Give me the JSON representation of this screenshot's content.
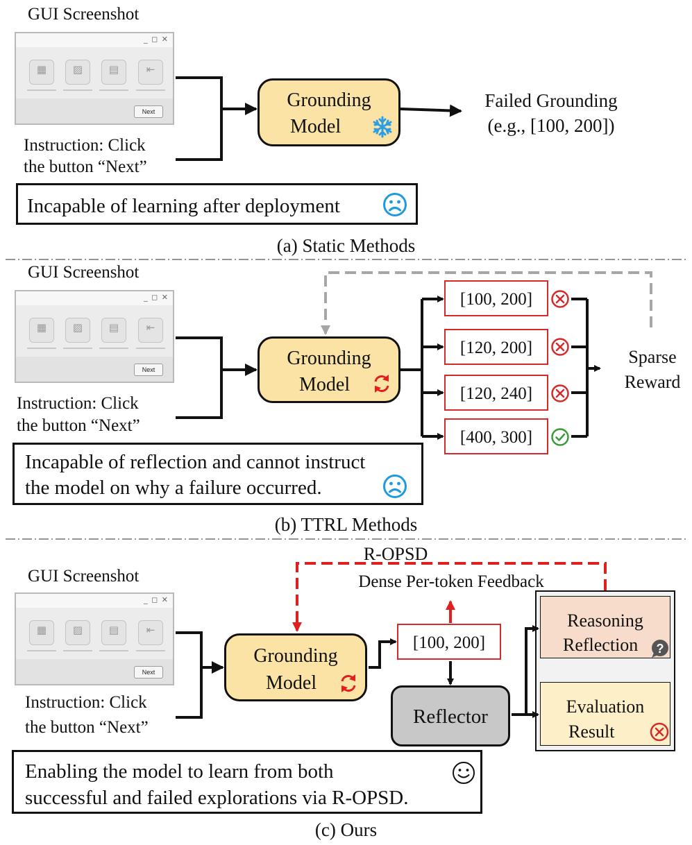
{
  "common": {
    "gui_label": "GUI Screenshot",
    "next_button": "Next",
    "instruction_line1": "Instruction: Click",
    "instruction_line2": "the button “Next”",
    "gm_line1": "Grounding",
    "gm_line2": "Model",
    "window_controls": "_ ◻ ✕",
    "window_icons": [
      "grid-icon",
      "image-icon",
      "document-icon",
      "back-arrow-icon"
    ]
  },
  "panel_a": {
    "output_line1": "Failed Grounding",
    "output_line2": "(e.g., [100, 200])",
    "note": "Incapable of learning after deployment",
    "caption": "(a) Static Methods",
    "model_icon": "snowflake-icon"
  },
  "panel_b": {
    "candidates": [
      {
        "label": "[100, 200]",
        "status": "wrong"
      },
      {
        "label": "[120, 200]",
        "status": "wrong"
      },
      {
        "label": "[120, 240]",
        "status": "wrong"
      },
      {
        "label": "[400, 300]",
        "status": "correct"
      }
    ],
    "reward_line1": "Sparse",
    "reward_line2": "Reward",
    "note_line1": "Incapable of reflection and cannot instruct",
    "note_line2": "the model on why a failure occurred.",
    "caption": "(b) TTRL Methods",
    "model_icon": "refresh-icon"
  },
  "panel_c": {
    "ropsd_label": "R-OPSD",
    "feedback_label": "Dense Per-token Feedback",
    "prediction": "[100, 200]",
    "reflector": "Reflector",
    "reasoning_line1": "Reasoning",
    "reasoning_line2": "Reflection",
    "evaluation_line1": "Evaluation",
    "evaluation_line2": "Result",
    "note_line1": "Enabling the model to learn from both",
    "note_line2": "successful and failed explorations via R-OPSD.",
    "caption": "(c) Ours",
    "model_icon": "refresh-icon"
  },
  "colors": {
    "model_fill": "#fbe3a6",
    "candidate_border": "#d62a2a",
    "wrong": "#d62a2a",
    "correct": "#3a9a3a",
    "sad_face": "#1e9be0",
    "reasoning_fill": "#f8dccb",
    "evaluation_fill": "#fdf0c8",
    "reflector_fill": "#c8c8c8",
    "feedback_arrow": "#e02020",
    "reward_arrow": "#a6a6a6"
  }
}
